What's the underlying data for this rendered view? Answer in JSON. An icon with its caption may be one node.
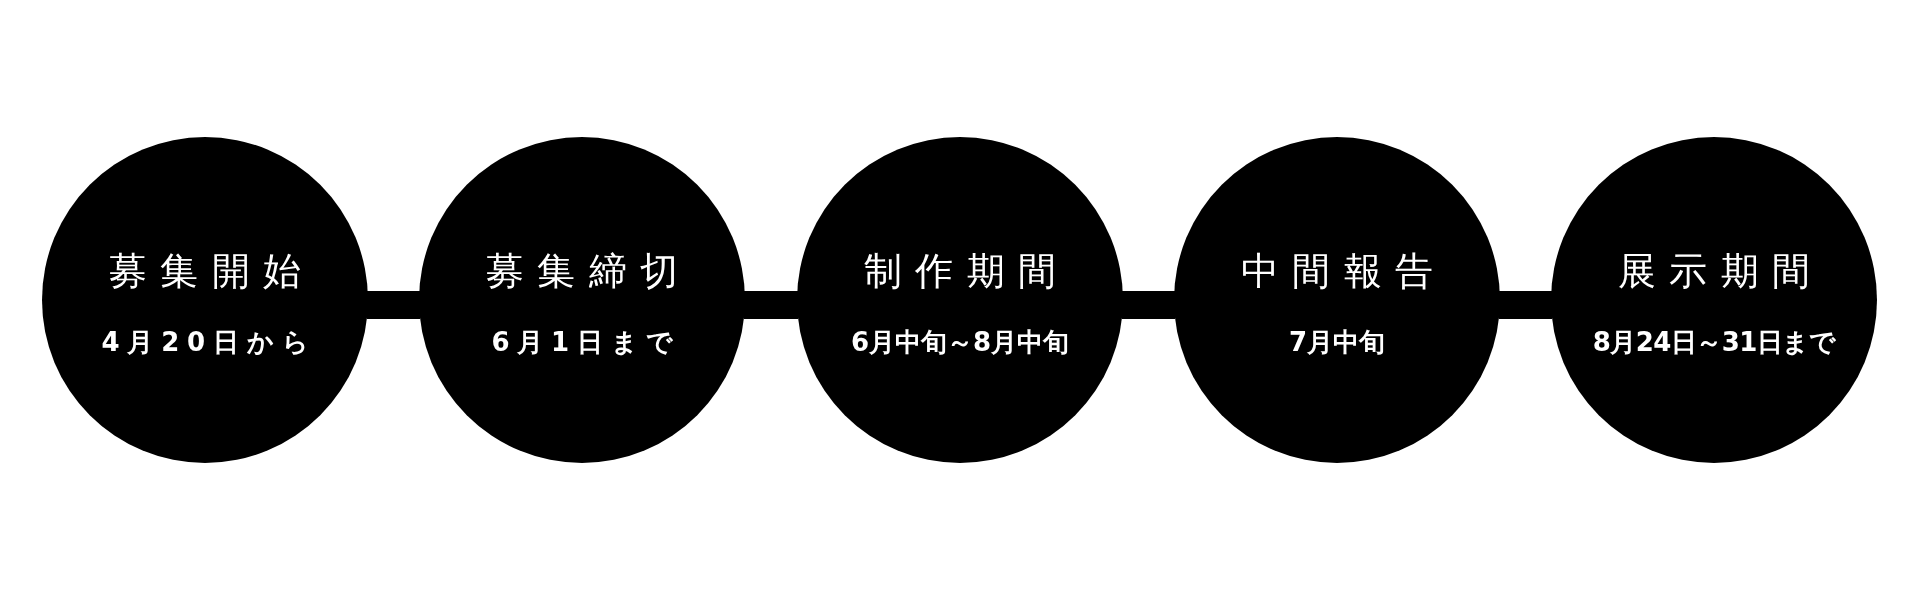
{
  "diagram": {
    "nodes": [
      {
        "text": [
          "募集開始",
          "4月20日から"
        ]
      },
      {
        "text": [
          "募集締切",
          "6月1日まで"
        ]
      },
      {
        "text": [
          "制作期間",
          "6月中旬～8月中旬"
        ]
      },
      {
        "text": [
          "中間報告",
          "7月中旬"
        ]
      },
      {
        "text": [
          "展示期間",
          "8月24日～31日まで"
        ]
      }
    ],
    "edges": [
      {
        "from": 0,
        "to": 1,
        "arrow": "none"
      },
      {
        "from": 1,
        "to": 2,
        "arrow": "none"
      },
      {
        "from": 2,
        "to": 3,
        "arrow": "none"
      },
      {
        "from": 3,
        "to": 4,
        "arrow": "none"
      }
    ]
  }
}
